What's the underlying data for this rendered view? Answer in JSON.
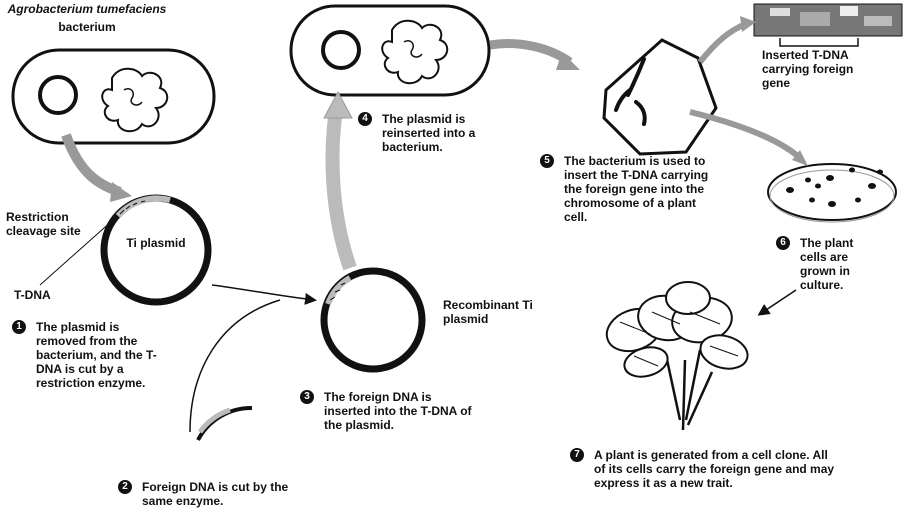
{
  "title": {
    "organism": "Agrobacterium tumefaciens",
    "organism_sub": "bacterium"
  },
  "labels": {
    "restriction_site": "Restriction cleavage site",
    "ti_plasmid": "Ti plasmid",
    "tdna": "T-DNA",
    "recombinant": "Recombinant Ti plasmid",
    "inserted_tdna": "Inserted T-DNA carrying foreign gene"
  },
  "steps": [
    {
      "num": "1",
      "text": "The plasmid is removed from the bacterium, and the T-DNA is cut by a restriction enzyme."
    },
    {
      "num": "2",
      "text": "Foreign DNA is cut by the same enzyme."
    },
    {
      "num": "3",
      "text": "The foreign DNA is inserted into the T-DNA of the plasmid."
    },
    {
      "num": "4",
      "text": "The plasmid is reinserted into a bacterium."
    },
    {
      "num": "5",
      "text": "The bacterium is used to insert the T-DNA carrying the foreign gene into the chromosome of a plant cell."
    },
    {
      "num": "6",
      "text": "The plant cells are grown in culture."
    },
    {
      "num": "7",
      "text": "A plant is generated from a cell clone. All of its cells carry the foreign gene and may express it as a new trait."
    }
  ]
}
